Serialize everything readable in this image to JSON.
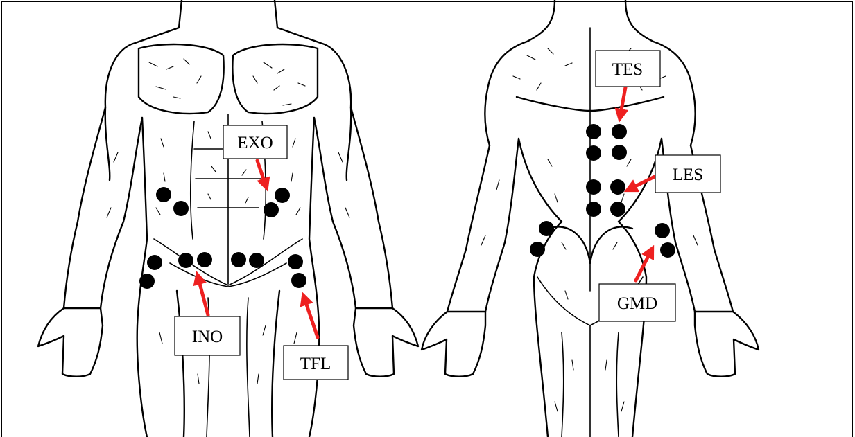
{
  "colors": {
    "arrow": "#ee2020",
    "electrode": "#000000",
    "line": "#000000",
    "background": "#ffffff"
  },
  "labels": {
    "exo": "EXO",
    "ino": "INO",
    "tfl": "TFL",
    "tes": "TES",
    "les": "LES",
    "gmd": "GMD"
  }
}
